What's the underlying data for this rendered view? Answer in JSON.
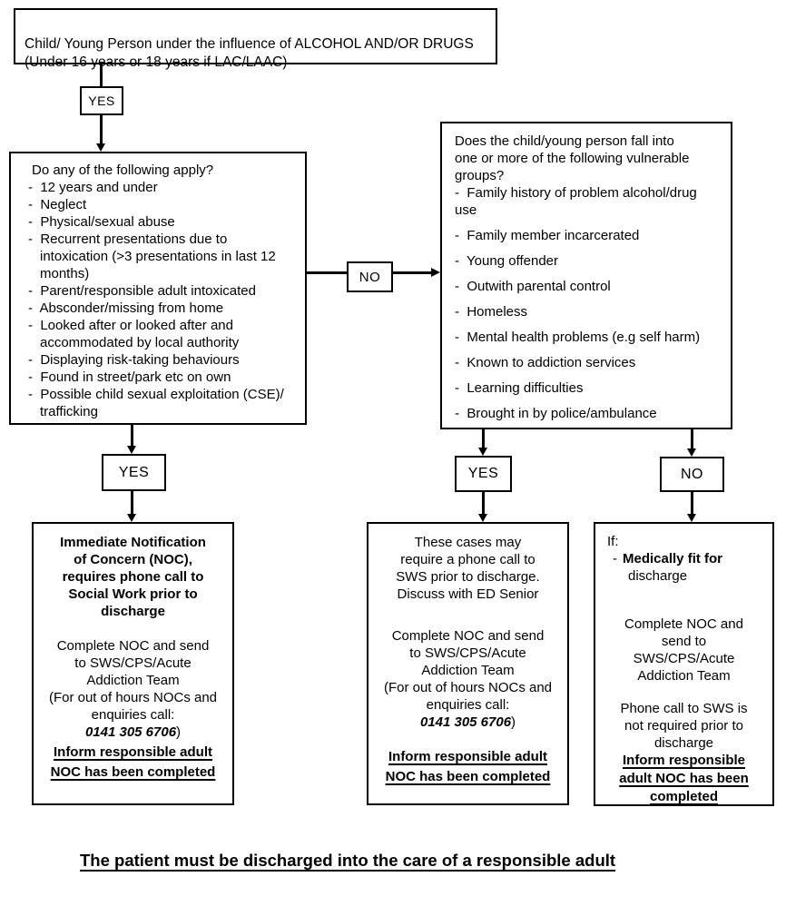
{
  "start_box": {
    "text": "Child/ Young Person under the influence of ALCOHOL AND/OR DRUGS\n(Under 16 years or 18 years if LAC/LAAC)"
  },
  "decision_labels": {
    "yes_top": "YES",
    "no_middle": "NO",
    "yes_left": "YES",
    "yes_center": "YES",
    "no_right": "NO"
  },
  "criteria_box": {
    "title": "Do any of the following apply?",
    "items": [
      "-  12 years and under",
      "-  Neglect",
      "-  Physical/sexual abuse",
      "-  Recurrent presentations due to\nintoxication (>3 presentations in last 12\nmonths)",
      "-  Parent/responsible adult intoxicated",
      "-  Absconder/missing from home",
      "-  Looked after or looked after and\naccommodated by local authority",
      "-  Displaying risk-taking behaviours",
      "-  Found in street/park etc on own",
      "-  Possible child sexual exploitation (CSE)/\ntrafficking"
    ]
  },
  "vulnerable_box": {
    "title": "Does the child/young person fall into\none or more of the following vulnerable\ngroups?",
    "items": [
      "-  Family history of problem alcohol/drug\nuse",
      "-  Family member incarcerated",
      "-  Young offender",
      "-  Outwith parental control",
      "-  Homeless",
      "-  Mental health problems (e.g self harm)",
      "-  Known to addiction services",
      "-  Learning difficulties",
      "-  Brought in by police/ambulance"
    ]
  },
  "outcome_left": {
    "heading": "Immediate Notification\nof Concern (NOC),\nrequires phone call to\nSocial Work prior to\ndischarge",
    "body": "Complete NOC and send\nto SWS/CPS/Acute\nAddiction Team\n(For out of hours NOCs and\nenquiries call:",
    "phone": "0141 305 6706",
    "phone_suffix": ")",
    "footer": "Inform responsible adult\nNOC has been completed"
  },
  "outcome_middle": {
    "heading": "These cases may\nrequire a phone call to\nSWS prior to discharge.\nDiscuss with ED Senior",
    "body": "Complete NOC and send\nto SWS/CPS/Acute\nAddiction Team\n(For out of hours NOCs and\nenquiries call:",
    "phone": "0141 305 6706",
    "phone_suffix": ")",
    "footer": "Inform responsible adult\nNOC has been completed"
  },
  "outcome_right": {
    "intro": "If:",
    "bullet_dash": "-",
    "bullet_bold": "Medically fit for",
    "bullet_rest": "discharge",
    "body1": "Complete NOC and\nsend to\nSWS/CPS/Acute\nAddiction Team",
    "body2": "Phone call to SWS is\nnot required prior to\ndischarge",
    "footer": "Inform responsible\nadult NOC has been\ncompleted"
  },
  "bottom_note": "The patient must be discharged into the care of a responsible adult"
}
